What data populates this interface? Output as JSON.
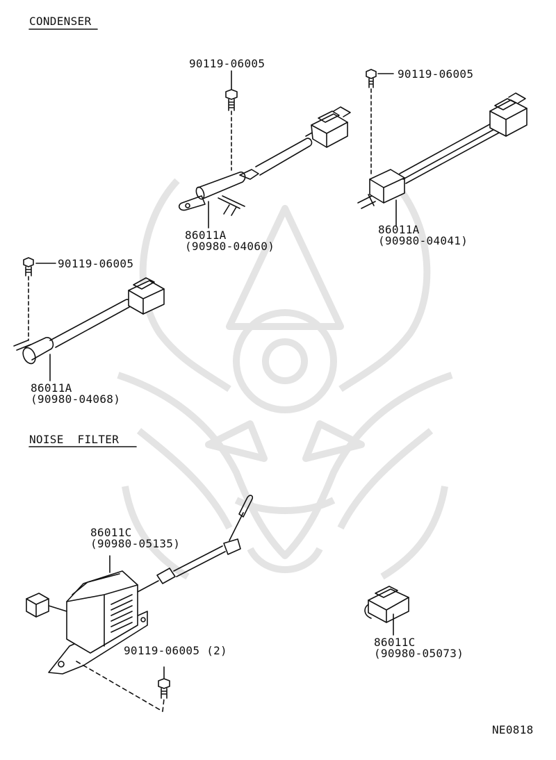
{
  "headings": {
    "condenser": "CONDENSER",
    "noise_filter": "NOISE  FILTER"
  },
  "parts": {
    "c1": {
      "bolt": "90119-06005",
      "part": "86011A",
      "ref": "(90980-04060)"
    },
    "c2": {
      "bolt": "90119-06005",
      "part": "86011A",
      "ref": "(90980-04041)"
    },
    "c3": {
      "bolt": "90119-06005",
      "part": "86011A",
      "ref": "(90980-04068)"
    },
    "nf": {
      "part": "86011C",
      "ref": "(90980-05135)",
      "bolt": "90119-06005 (2)"
    },
    "conn": {
      "part": "86011C",
      "ref": "(90980-05073)"
    }
  },
  "diagram_code": "NE0818",
  "colors": {
    "ink": "#111111",
    "watermark": "#e4e4e4"
  }
}
